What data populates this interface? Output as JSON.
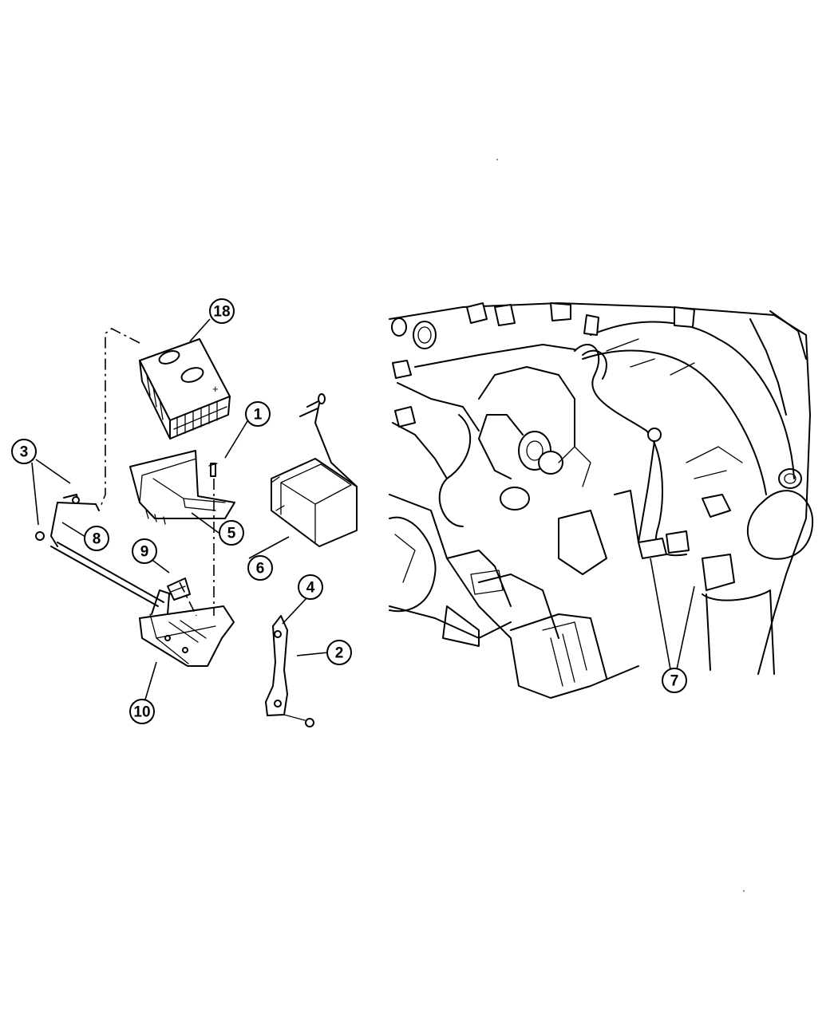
{
  "callouts": {
    "c1": "1",
    "c2": "2",
    "c3": "3",
    "c4": "4",
    "c5": "5",
    "c6": "6",
    "c7": "7",
    "c8": "8",
    "c9": "9",
    "c10": "10",
    "c18": "18"
  },
  "battery_top_mark": "+"
}
